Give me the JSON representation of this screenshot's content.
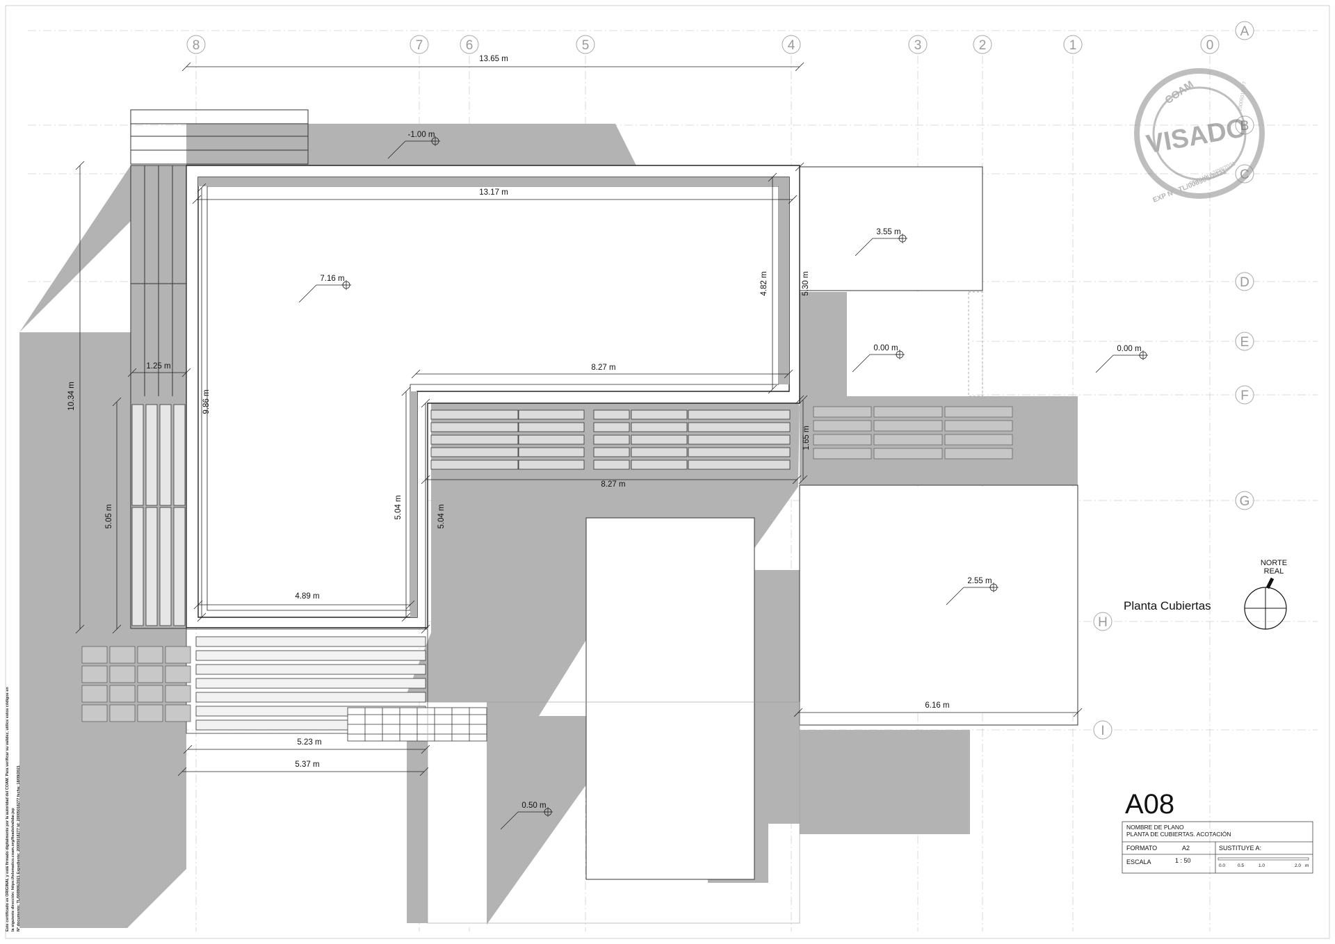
{
  "grid_columns": [
    "8",
    "7",
    "6",
    "5",
    "4",
    "3",
    "2",
    "1",
    "0"
  ],
  "grid_rows": [
    "A",
    "B",
    "C",
    "D",
    "E",
    "F",
    "G",
    "H",
    "I"
  ],
  "dimensions": {
    "top_overall": "13.65 m",
    "inner_top": "13.17 m",
    "right_inner": "4.82 m",
    "right_outer": "5.30 m",
    "left_overall": "10.34 m",
    "left_inner": "9.86 m",
    "left_small": "1.25 m",
    "middle_top": "8.27 m",
    "middle_bottom": "8.27 m",
    "right_small": "1.65 m",
    "inner_step": "5.04 m",
    "outer_step": "5.04 m",
    "left_lower": "5.05 m",
    "bottom_inner": "4.89 m",
    "bottom_1": "5.23 m",
    "bottom_2": "5.37 m",
    "right_bottom": "6.16 m"
  },
  "levels": {
    "top": "-1.00 m",
    "main_roof": "7.16 m",
    "upper_right": "3.55 m",
    "terrace": "0.00 m",
    "exterior": "0.00 m",
    "lower_right": "2.55 m",
    "garden": "0.50 m"
  },
  "plan_title": "Planta Cubiertas",
  "north": {
    "line1": "NORTE",
    "line2": "REAL"
  },
  "stamp": {
    "org": "COAM",
    "word": "VISADO",
    "exp": "EXP Nº: TL/008906/2021",
    "date": "FECHA: 17/09/2021",
    "id": "20005018277"
  },
  "sheet_number": "A08",
  "title_block": {
    "name_label": "NOMBRE DE PLANO",
    "name_value": "PLANTA DE CUBIERTAS. ACOTACIÓN",
    "format_label": "FORMATO",
    "format_value": "A2",
    "replaces_label": "SUSTITUYE A:",
    "scale_label": "ESCALA",
    "scale_value": "1 : 50",
    "scale_ticks": [
      "0.0",
      "0.5",
      "1.0",
      "2.0",
      "m"
    ]
  },
  "certification": [
    "Este certificado es ORIGINAL y está firmado digitalmente por la autoridad del COAM. Para verificar su validez, utilice estos códigos en",
    "la siguiente dirección:  https://telematico.coam.org/fisado/validar.jsp",
    "Nº documento: TL/008906/2021   Expediente: 20005018277   Id: 20005018277     fecha: 18/09/2021"
  ],
  "colors": {
    "shadow": "#b3b3b3",
    "grid": "#cfcfcf",
    "label": "#9a9a9a",
    "line": "#222222"
  }
}
